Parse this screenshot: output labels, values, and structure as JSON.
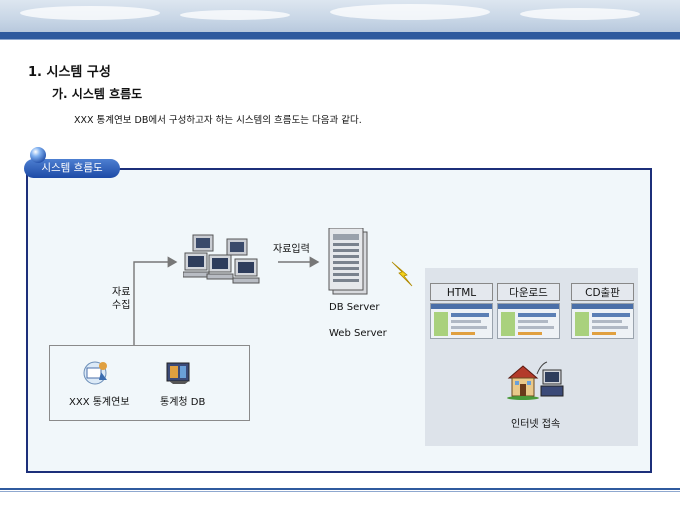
{
  "heading": {
    "section": "1. 시스템 구성",
    "subsection": "가. 시스템 흐름도"
  },
  "intro_text": "XXX 통계연보 DB에서 구성하고자 하는 시스템의 흐름도는 다음과 같다.",
  "diagram": {
    "panel_title": "시스템 흐름도",
    "collect_label_line1": "자료",
    "collect_label_line2": "수집",
    "input_label": "자료입력",
    "server_label_1": "DB Server",
    "server_label_2": "Web Server",
    "sources": [
      {
        "label": "XXX 통계연보",
        "icon": "yearbook-icon"
      },
      {
        "label": "통계청 DB",
        "icon": "database-icon"
      }
    ],
    "outputs": [
      {
        "label": "HTML"
      },
      {
        "label": "다운로드"
      },
      {
        "label": "CD출판"
      }
    ],
    "internet_label": "인터넷 접속",
    "colors": {
      "frame": "#1c2f7a",
      "panel_bg": "#f1f7fa",
      "accent": "#2f5a9e",
      "lightning": "#f4d11a"
    }
  }
}
